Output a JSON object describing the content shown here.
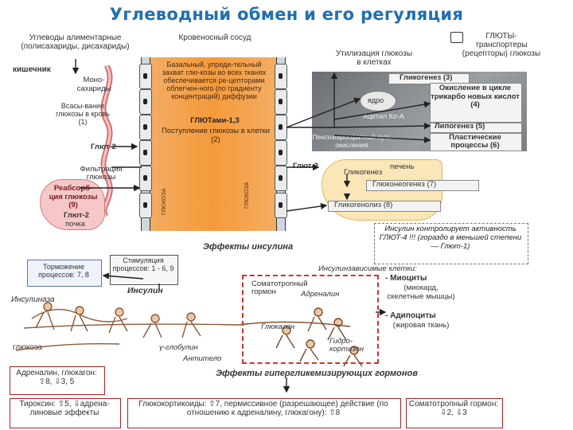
{
  "title": "Углеводный обмен и его регуляция",
  "left_top": {
    "carbs_food": "Углеводы алиментарные (полисахариды, дисахариды)",
    "intestine": "кишечник",
    "monosaccharides": "Моно-сахариды",
    "absorption": "Всасы-вание глюкозы в кровь (1)",
    "glut2_a": "Глют-2",
    "filtration": "Фильтрация глюкозы",
    "reabsorption": "Реабсорб-ция глюкозы (9)",
    "glut2_b": "Глют-2",
    "kidney": "почка"
  },
  "vessel": {
    "label": "Кровеносный сосуд",
    "basal": "Базальный, упреди-тельный захват глю-козы во всех тканях обеспечивается ре-цепторами облегчен-ного (по градиенту концентраций) диффузии",
    "gluts": "ГЛЮТами-1,3",
    "entry": "Поступление глюкозы в клетки (2)",
    "vertical_a": "ГЛЮКОЗА",
    "vertical_b": "ГЛЮКОЗА"
  },
  "right_top": {
    "transporters": "ГЛЮТЫ- транспортеры (рецепторы) глюкозы",
    "utilization": "Утилизация глюкозы в клетках",
    "glycogenesis": "Гликогенез (3)",
    "nucleus": "ядро",
    "oxidation": "Окисление в цикле трикарбо новых кислот (4)",
    "acetyl": "Ацетил Ко-А",
    "lipogenesis": "Липогенез (5)",
    "plastic": "Пластические процессы (6)",
    "pentose": "Пентозофосфатный путь окисления",
    "glut2_liver": "Глют-2",
    "liver": "печень",
    "glycogenesis2": "Гликогенез",
    "gluconeogenesis": "Глюконеогенез (7)",
    "glycogenolysis": "Гликогенолиз (8)",
    "insulin_controls": "Инсулин контролирует активность ГЛЮТ-4 !!! (гораздо в меньшей степени — Глют-1)"
  },
  "insulin_section": {
    "heading": "Эффекты инсулина",
    "stimulates": "Стимуляция процессов: 1 - 6, 9",
    "inhibits": "Торможение процессов: 7, 8",
    "insulinase": "Инсулиназа",
    "insulin": "Инсулин",
    "glucose": "глюкоза",
    "globulin": "γ-глобулин",
    "antiteol": "Антитело",
    "somatotropic": "Соматотропный гормон",
    "adrenaline": "Адреналин",
    "glucagon": "Глюкагон",
    "hydrocortisone": "Гидро-кортизон",
    "dependent_title": "Инсулинзависимые клетки:",
    "myocytes": "- Миоциты",
    "myocytes_desc": "(миокард, скелетные мышцы)",
    "adipocytes": "- Адипоциты",
    "adipocytes_desc": "(жировая ткань)"
  },
  "bottom": {
    "adrenaline_box": "Адреналин, глюкагон: ⇧8, ⇩3, 5",
    "heading": "Эффекты гипергликемизирующих гормонов",
    "thyroxine": "Тироксин: ⇧5, ⇩адрена-линовые эффекты",
    "glucocorticoids": "Глюкокортикоиды: ⇧7, пермиссивное (разрешающее) действие (по отношению к адреналину, глюкагону): ⇧8",
    "somatotropic": "Соматотропный гормон: ⇩2, ⇩3"
  },
  "colors": {
    "title": "#1f6fb2",
    "vessel": "#f59a3a",
    "accent_red": "#b02020"
  }
}
